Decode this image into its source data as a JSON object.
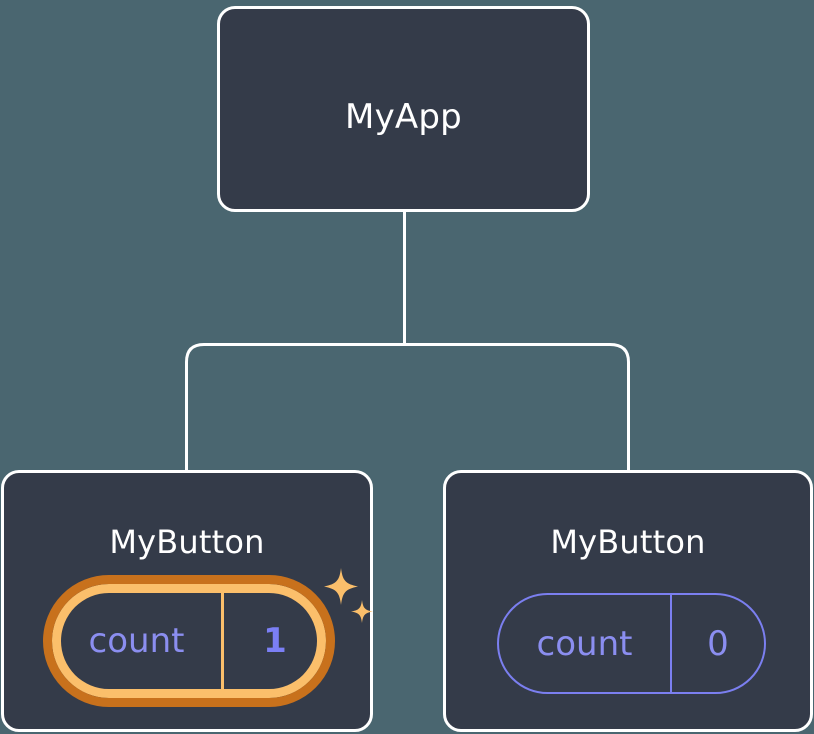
{
  "diagram": {
    "title_semantic": "react-component-tree-state",
    "background_color": "#4a6670",
    "node_fill": "#343b49",
    "node_border": "#ffffff",
    "edge_color": "#ffffff",
    "highlight_outer": "#c8711c",
    "highlight_inner": "#fbbf6b",
    "state_text_color": "#8b8ef0",
    "sparkle_color": "#fbbf6b"
  },
  "root": {
    "label": "MyApp"
  },
  "children": [
    {
      "label": "MyButton",
      "state": {
        "key": "count",
        "value": "1"
      },
      "highlighted": true,
      "sparkles": true
    },
    {
      "label": "MyButton",
      "state": {
        "key": "count",
        "value": "0"
      },
      "highlighted": false,
      "sparkles": false
    }
  ]
}
